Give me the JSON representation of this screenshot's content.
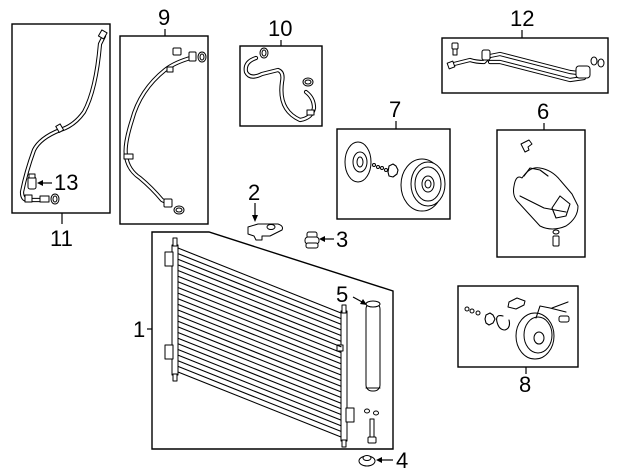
{
  "diagram": {
    "title": "A/C Condenser, Compressor & Lines exploded parts diagram",
    "callouts": [
      {
        "id": "1",
        "label": "1",
        "part": "condenser"
      },
      {
        "id": "2",
        "label": "2",
        "part": "bracket"
      },
      {
        "id": "3",
        "label": "3",
        "part": "cushion"
      },
      {
        "id": "4",
        "label": "4",
        "part": "lower-cushion"
      },
      {
        "id": "5",
        "label": "5",
        "part": "receiver-drier"
      },
      {
        "id": "6",
        "label": "6",
        "part": "compressor"
      },
      {
        "id": "7",
        "label": "7",
        "part": "clutch-assembly"
      },
      {
        "id": "8",
        "label": "8",
        "part": "clutch-coil"
      },
      {
        "id": "9",
        "label": "9",
        "part": "suction-hose"
      },
      {
        "id": "10",
        "label": "10",
        "part": "discharge-hose"
      },
      {
        "id": "11",
        "label": "11",
        "part": "liquid-line"
      },
      {
        "id": "12",
        "label": "12",
        "part": "evaporator-lines"
      },
      {
        "id": "13",
        "label": "13",
        "part": "pressure-switch"
      }
    ]
  }
}
